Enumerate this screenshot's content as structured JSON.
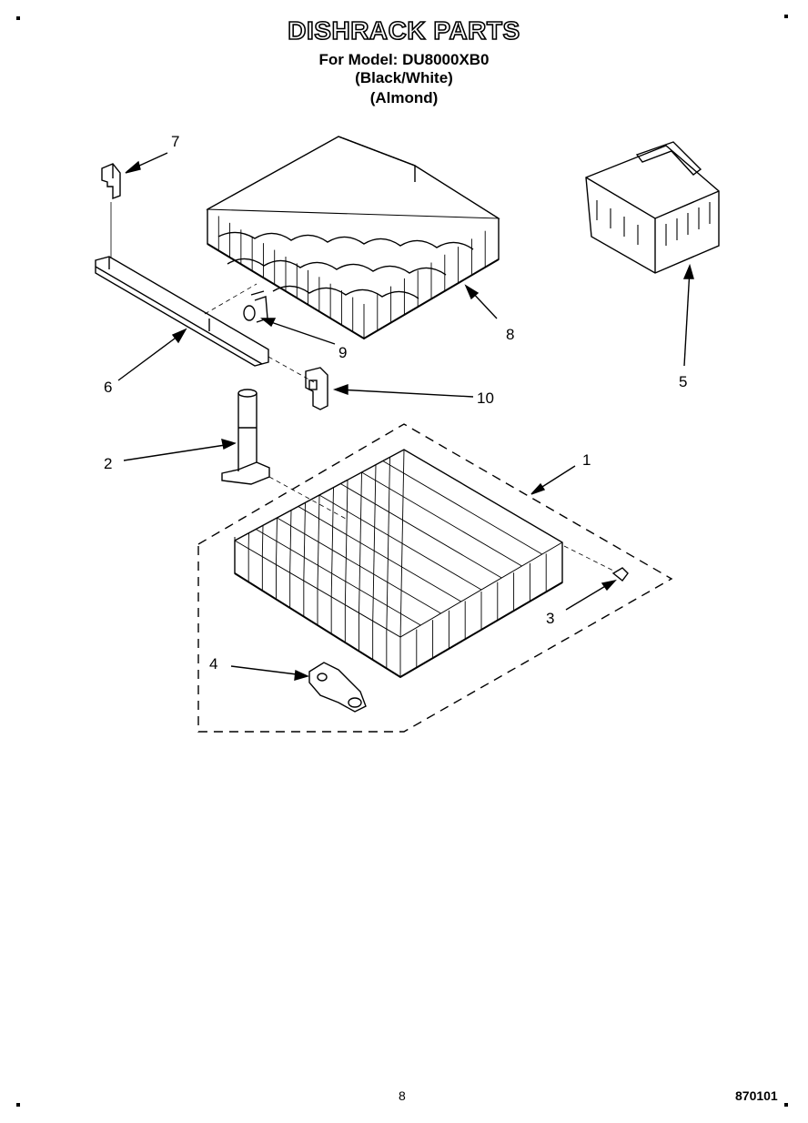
{
  "header": {
    "title": "DISHRACK PARTS",
    "model": "For Model: DU8000XB0",
    "finish_1": "(Black/White)",
    "finish_2": "(Almond)"
  },
  "callouts": [
    "1",
    "2",
    "3",
    "4",
    "5",
    "6",
    "7",
    "8",
    "9",
    "10"
  ],
  "footer": {
    "page_number": "8",
    "doc_code": "870101"
  }
}
